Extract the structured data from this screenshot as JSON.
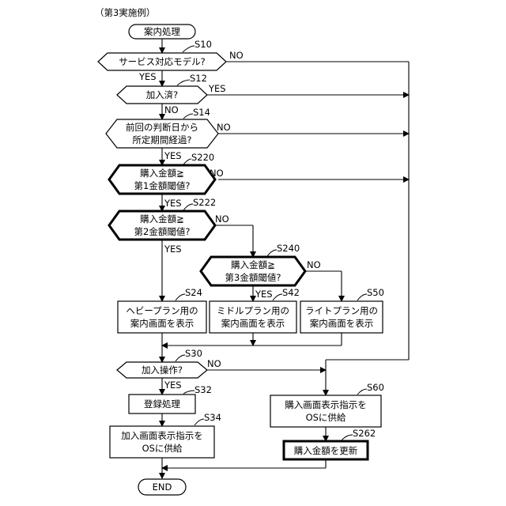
{
  "figure_label": "（第3実施例）",
  "nodes": {
    "start": "案内処理",
    "s10": [
      "サービス対応モデル?"
    ],
    "s12": [
      "加入済?"
    ],
    "s14": [
      "前回の判断日から",
      "所定期間経過?"
    ],
    "s220": [
      "購入金額≧",
      "第1金額閾値?"
    ],
    "s222": [
      "購入金額≧",
      "第2金額閾値?"
    ],
    "s240": [
      "購入金額≧",
      "第3金額閾値?"
    ],
    "s24": [
      "ヘビープラン用の",
      "案内画面を表示"
    ],
    "s42": [
      "ミドルプラン用の",
      "案内画面を表示"
    ],
    "s50": [
      "ライトプラン用の",
      "案内画面を表示"
    ],
    "s30": [
      "加入操作?"
    ],
    "s32": [
      "登録処理"
    ],
    "s34": [
      "加入画面表示指示を",
      "OSに供給"
    ],
    "s60": [
      "購入画面表示指示を",
      "OSに供給"
    ],
    "s262": [
      "購入金額を更新"
    ],
    "end": "END"
  },
  "step_labels": {
    "s10": "S10",
    "s12": "S12",
    "s14": "S14",
    "s220": "S220",
    "s222": "S222",
    "s240": "S240",
    "s24": "S24",
    "s42": "S42",
    "s50": "S50",
    "s30": "S30",
    "s32": "S32",
    "s34": "S34",
    "s60": "S60",
    "s262": "S262"
  },
  "branch_labels": {
    "yes": "YES",
    "no": "NO"
  }
}
